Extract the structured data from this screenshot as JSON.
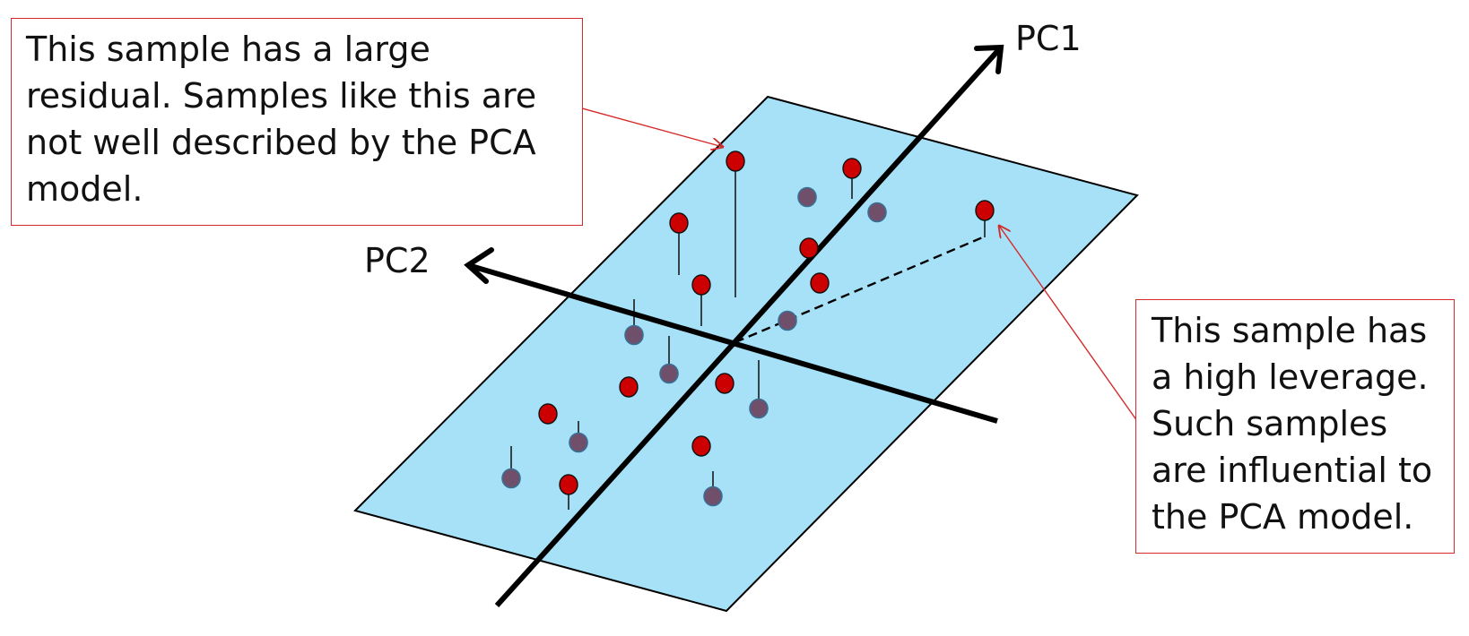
{
  "axes": {
    "pc1_label": "PC1",
    "pc2_label": "PC2"
  },
  "annotations": {
    "residual": {
      "lines": [
        "This sample has a large",
        "residual. Samples like this are",
        "not well described by the PCA",
        "model."
      ]
    },
    "leverage": {
      "lines": [
        "This sample has",
        "a high leverage.",
        "Such samples",
        "are influential to",
        "the PCA model."
      ]
    }
  },
  "colors": {
    "plane_fill": "#a6e1f7",
    "above_sample": "#cc0000",
    "below_sample": "#6f4f6a",
    "axis": "#000000",
    "annotation_border": "#d42a2a"
  }
}
